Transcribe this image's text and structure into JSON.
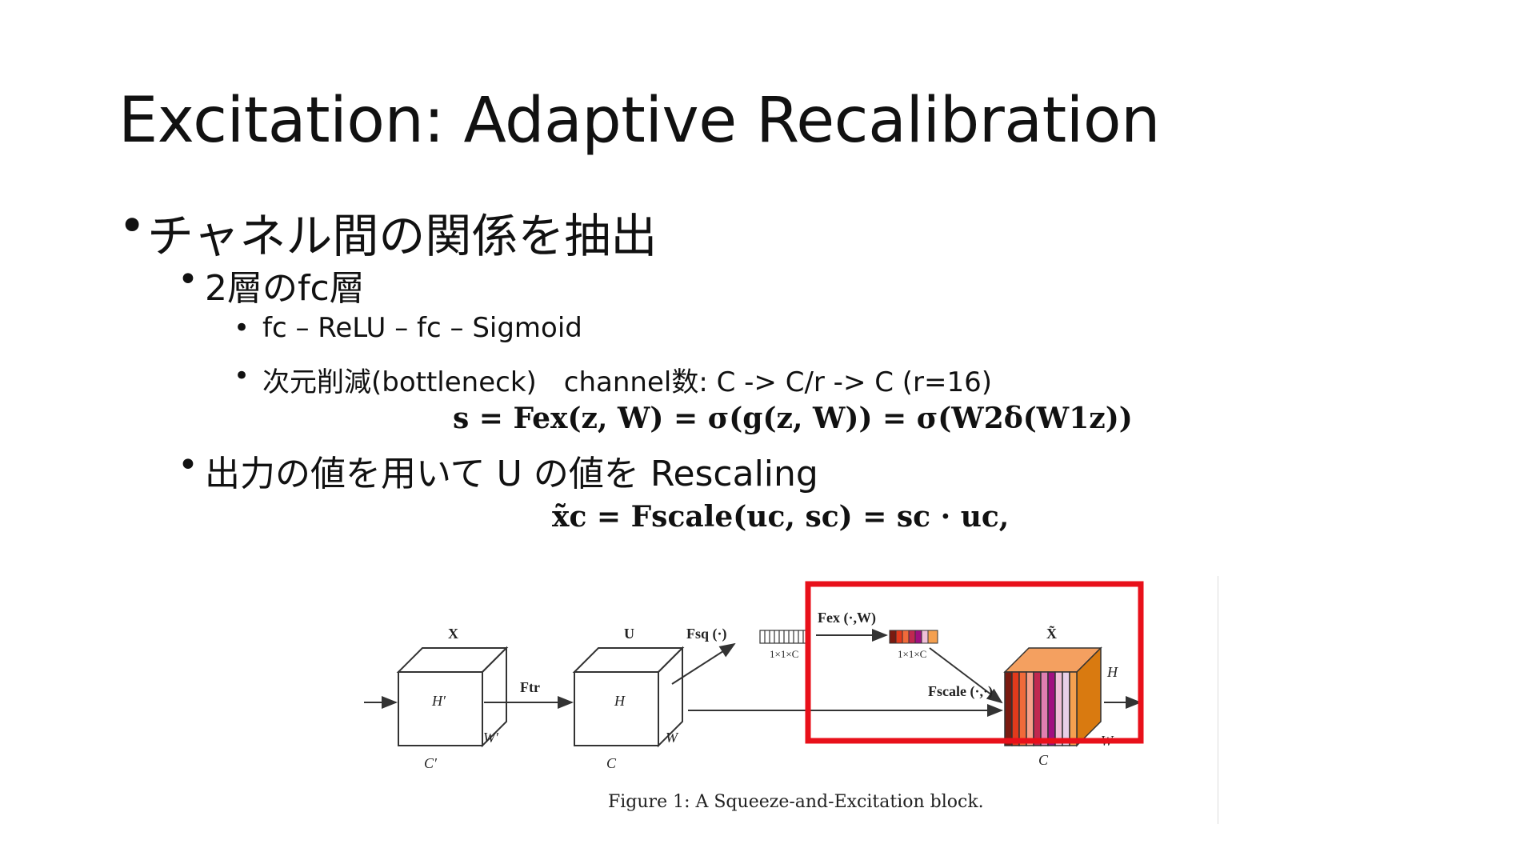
{
  "slide": {
    "title": "Excitation: Adaptive Recalibration",
    "bullet_dot": "•",
    "bullets": {
      "b1": "チャネル間の関係を抽出",
      "b1_1": "2層のfc層",
      "b1_1_1": "fc – ReLU – fc – Sigmoid",
      "b1_1_2": "次元削減(bottleneck)　channel数:  C  ->  C/r  ->  C  (r=16)",
      "b1_2": "出力の値を用いて U の値を Rescaling"
    },
    "formulas": {
      "f1": "s = Fex(z, W) = σ(g(z, W)) = σ(W2δ(W1z))",
      "f2": "x̃c = Fscale(uc, sc) = sc · uc,"
    },
    "figure": {
      "caption": "Figure 1: A Squeeze-and-Excitation block.",
      "labels": {
        "X": "X",
        "U": "U",
        "Xtilde": "X̃",
        "H_prime": "H′",
        "W_prime": "W′",
        "C_prime": "C′",
        "H": "H",
        "W": "W",
        "C": "C",
        "Ftr": "Ftr",
        "Fsq": "Fsq (·)",
        "Fex": "Fex (·,W)",
        "Fscale": "Fscale (·,·)",
        "dims1": "1×1×C",
        "dims2": "1×1×C"
      },
      "highlight_color": "#e8101a",
      "stripe_colors": [
        "#7a1a10",
        "#e23a1c",
        "#f06a3a",
        "#f7a08a",
        "#c02850",
        "#e07fb0",
        "#a01080",
        "#f0c0d8",
        "#e8d0e8",
        "#f4a050"
      ]
    }
  }
}
